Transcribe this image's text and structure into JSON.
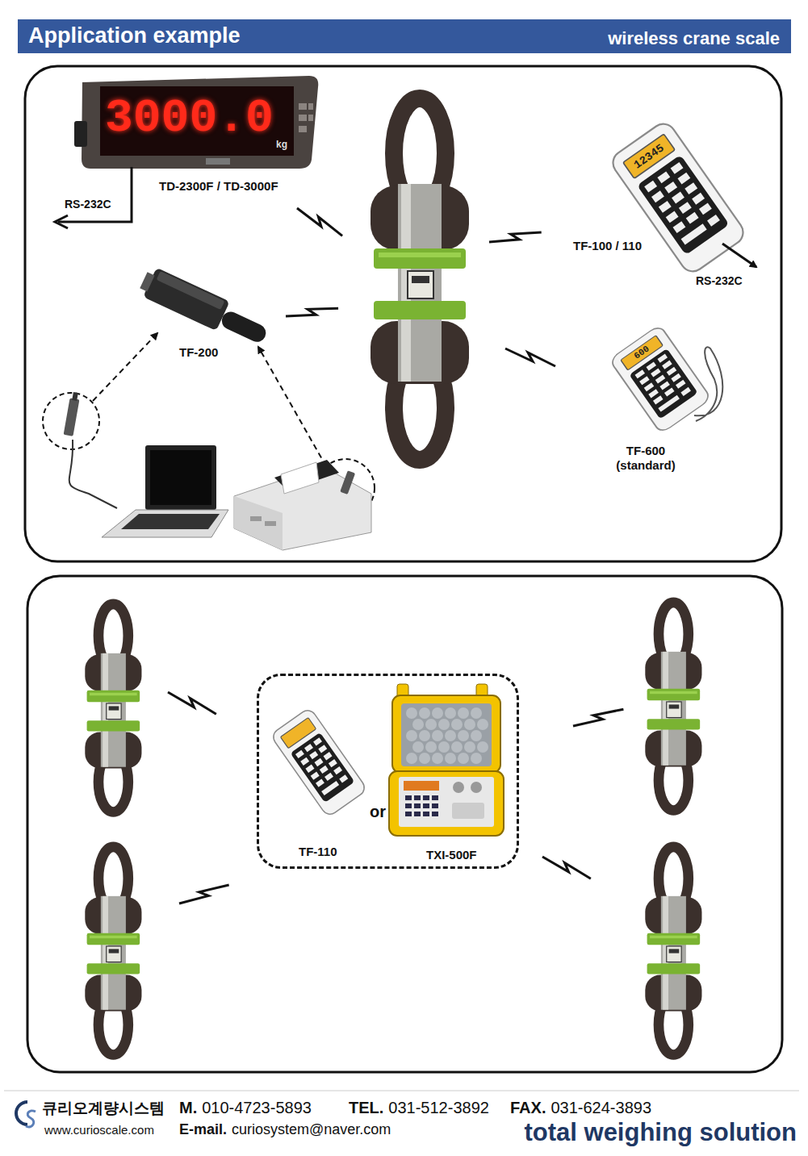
{
  "diagram": {
    "title": "Application example",
    "nodes": [
      {
        "text": [
          "TD-2300F / TD-3000F"
        ]
      },
      {
        "text": [
          "TF-100 / 110"
        ]
      },
      {
        "text": [
          "TF-200"
        ]
      },
      {
        "text": [
          "TF-600 (standard)"
        ]
      },
      {
        "text": [
          "or"
        ]
      },
      {
        "text": [
          "TF-110"
        ],
        "in": 4
      },
      {
        "text": [
          "TXI-500F"
        ],
        "in": 4
      }
    ],
    "labels": [
      "wireless crane scale",
      "3000.0",
      "kg",
      "RS-232C",
      "12345",
      "RS-232C",
      "600",
      "큐리오계량시스템",
      "www.curioscale.com",
      "M.",
      "010-4723-5893",
      "TEL.",
      "031-512-3892",
      "FAX.",
      "031-624-3893",
      "E-mail.",
      "curiosystem@naver.com",
      "total weighing solution"
    ]
  }
}
